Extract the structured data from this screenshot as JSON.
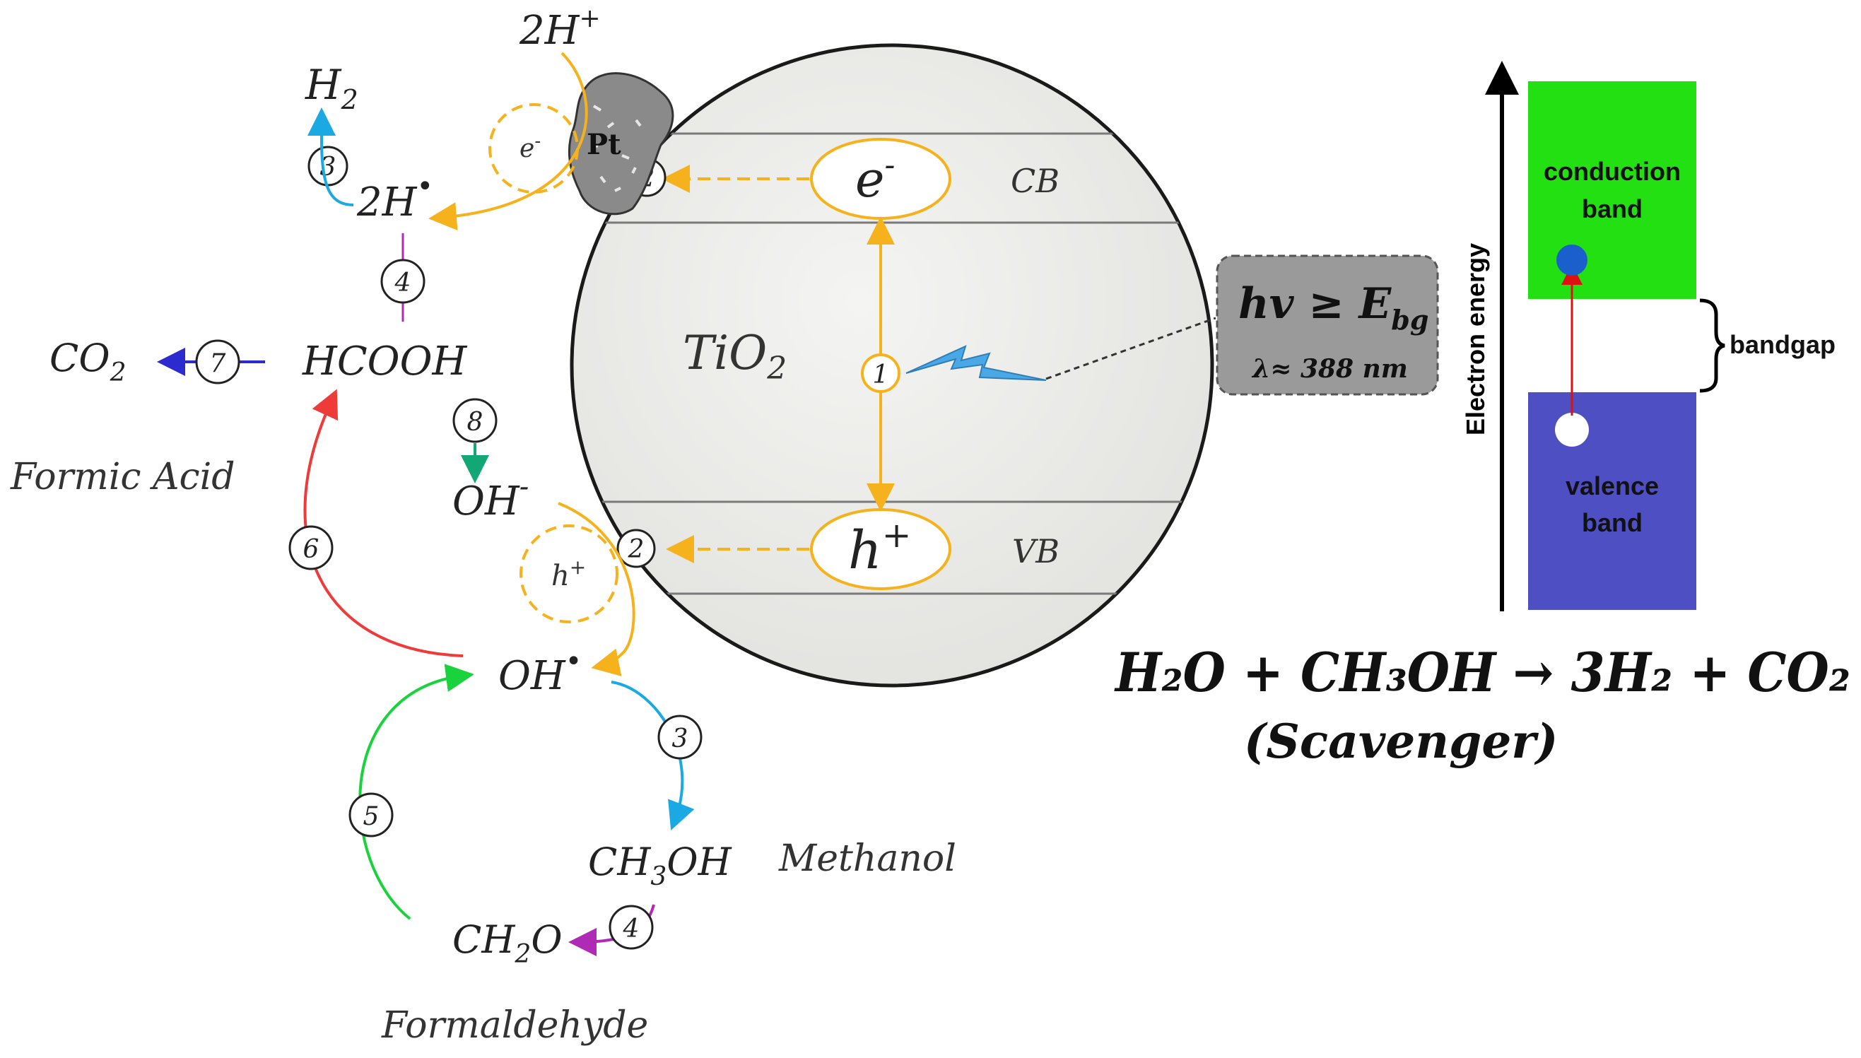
{
  "particle": {
    "material": "TiO",
    "material_sub": "2",
    "cb_label": "CB",
    "vb_label": "VB",
    "electron": "e",
    "electron_sup": "-",
    "hole": "h",
    "hole_sup": "+",
    "cocatalyst": "Pt"
  },
  "excitation": {
    "energy": "hv ≥ E",
    "energy_sub": "bg",
    "wavelength": "λ≈ 388 nm"
  },
  "species": {
    "h_plus": "2H",
    "h_plus_sup": "+",
    "h2": "H",
    "h2_sub": "2",
    "h_radical": "2H",
    "h_radical_sup": "•",
    "co2": "CO",
    "co2_sub": "2",
    "hcooh": "HCOOH",
    "formic_acid": "Formic Acid",
    "oh_minus": "OH",
    "oh_minus_sup": "-",
    "oh_radical": "OH",
    "oh_radical_sup": "•",
    "methanol_formula_a": "CH",
    "methanol_formula_sub": "3",
    "methanol_formula_b": "OH",
    "methanol": "Methanol",
    "formaldehyde_formula_a": "CH",
    "formaldehyde_formula_sub": "2",
    "formaldehyde_formula_b": "O",
    "formaldehyde": "Formaldehyde",
    "e_small": "e",
    "e_small_sup": "-",
    "h_small": "h",
    "h_small_sup": "+"
  },
  "steps": {
    "s1": "1",
    "s2a": "2",
    "s2b": "2",
    "s3a": "3",
    "s3b": "3",
    "s4a": "4",
    "s4b": "4",
    "s5": "5",
    "s6": "6",
    "s7": "7",
    "s8": "8"
  },
  "band_diagram": {
    "axis_label": "Electron energy",
    "conduction_line1": "conduction",
    "conduction_line2": "band",
    "valence_line1": "valence",
    "valence_line2": "band",
    "bandgap": "bandgap",
    "colors": {
      "conduction": "#22e011",
      "valence": "#4f4fc4",
      "electron": "#1a5fcc",
      "arrow": "#dd1111"
    }
  },
  "equation": {
    "line": "H₂O + CH₃OH → 3H₂ + CO₂",
    "note": "(Scavenger)"
  },
  "colors": {
    "orange": "#f6b21c",
    "red": "#ef3a3a",
    "green": "#19d23c",
    "cyan": "#1aa9e2",
    "purple": "#b02bb5",
    "blue": "#2b2bd0",
    "teal": "#12a876"
  }
}
